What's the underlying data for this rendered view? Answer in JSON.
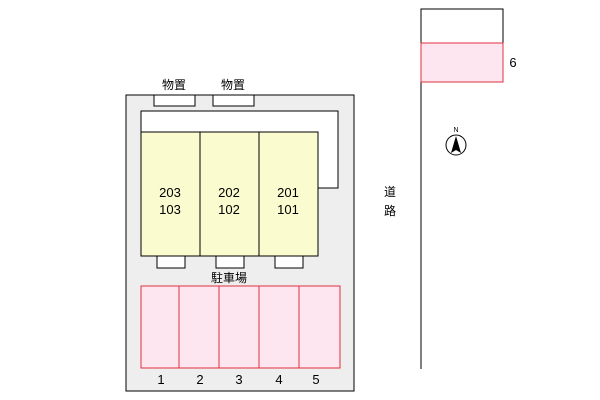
{
  "colors": {
    "lot_fill": "#eeeeee",
    "building_fill": "#fbfbd0",
    "parking_fill": "#fde6ef",
    "parking_stroke": "#e0303c",
    "line": "#000000"
  },
  "storage_labels": [
    "物置",
    "物置"
  ],
  "units": [
    {
      "upper": "203",
      "lower": "103"
    },
    {
      "upper": "202",
      "lower": "102"
    },
    {
      "upper": "201",
      "lower": "101"
    }
  ],
  "parking_label": "駐車場",
  "parking_spaces": [
    "1",
    "2",
    "3",
    "4",
    "5",
    "6"
  ],
  "road_label": [
    "道",
    "路"
  ],
  "north_label": "N"
}
